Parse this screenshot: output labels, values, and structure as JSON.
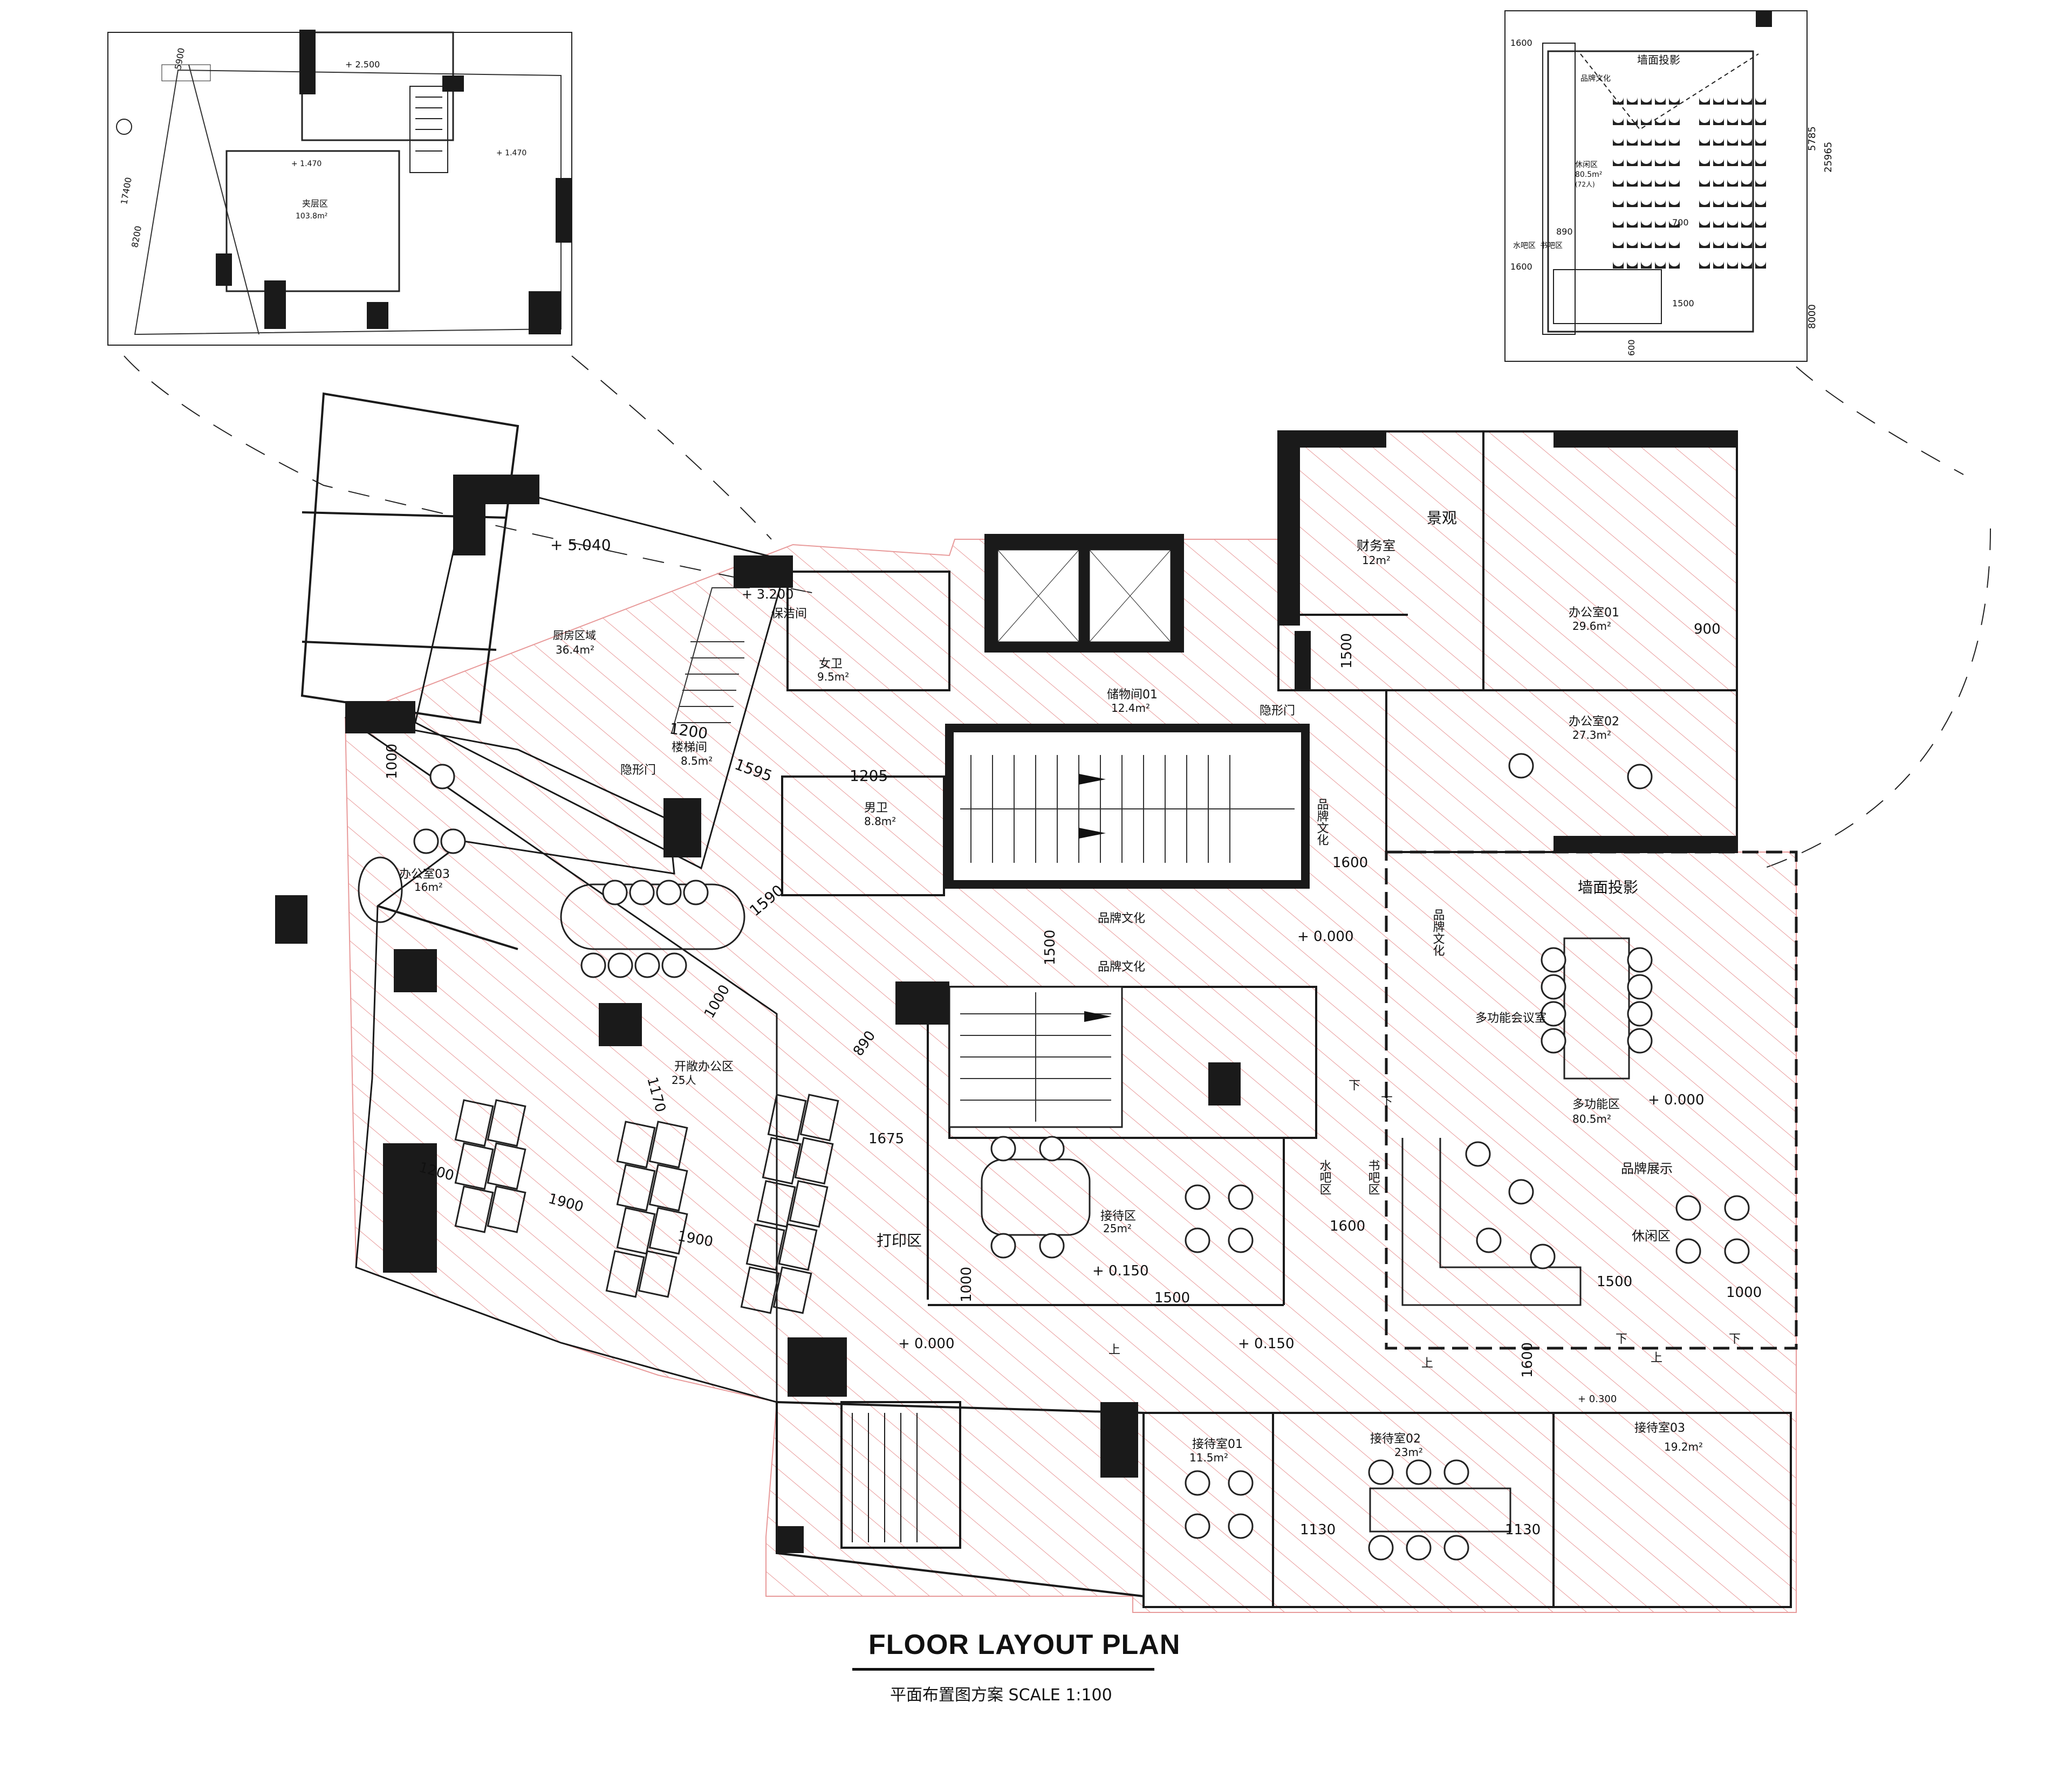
{
  "title": "FLOOR LAYOUT PLAN",
  "subtitle": "平面布置图方案  SCALE 1:100",
  "rooms": [
    {
      "id": "kitchen",
      "name": "厨房区域",
      "area": "36.4m²"
    },
    {
      "id": "cleaning",
      "name": "保洁间",
      "area": ""
    },
    {
      "id": "womens",
      "name": "女卫",
      "area": "9.5m²"
    },
    {
      "id": "mens",
      "name": "男卫",
      "area": "8.8m²"
    },
    {
      "id": "stair",
      "name": "楼梯间",
      "area": "8.5m²"
    },
    {
      "id": "storage",
      "name": "储物间01",
      "area": "12.4m²"
    },
    {
      "id": "finance",
      "name": "财务室",
      "area": "12m²"
    },
    {
      "id": "landscape",
      "name": "景观",
      "area": ""
    },
    {
      "id": "office01",
      "name": "办公室01",
      "area": "29.6m²"
    },
    {
      "id": "office02",
      "name": "办公室02",
      "area": "27.3m²"
    },
    {
      "id": "office03",
      "name": "办公室03",
      "area": "16m²"
    },
    {
      "id": "openoffice",
      "name": "开敞办公区",
      "area": "25人"
    },
    {
      "id": "reception",
      "name": "接待区",
      "area": "25m²"
    },
    {
      "id": "print",
      "name": "打印区",
      "area": ""
    },
    {
      "id": "multi_meeting",
      "name": "多功能会议室",
      "area": ""
    },
    {
      "id": "multi_area",
      "name": "多功能区",
      "area": "80.5m²"
    },
    {
      "id": "brand_show",
      "name": "品牌展示",
      "area": ""
    },
    {
      "id": "leisure",
      "name": "休闲区",
      "area": ""
    },
    {
      "id": "recep01",
      "name": "接待室01",
      "area": "11.5m²"
    },
    {
      "id": "recep02",
      "name": "接待室02",
      "area": "23m²"
    },
    {
      "id": "recep03",
      "name": "接待室03",
      "area": "19.2m²"
    }
  ],
  "labels": {
    "hidden_door": "隐形门",
    "brand_culture": "品牌文化",
    "brand_culture_v": "品牌文化",
    "wall_projection": "墙面投影",
    "water_bar": "水吧区",
    "book_bar": "书吧区",
    "up": "上",
    "down": "下",
    "mezz_name": "夹层区",
    "mezz_area": "103.8m²",
    "inset_leisure": "休闲区",
    "inset_leisure_area": "80.5m²",
    "inset_leisure_people": "(72人)",
    "inset_brand": "品牌文化",
    "inset_projection": "墙面投影",
    "inset_water": "水吧区",
    "inset_book": "书吧区"
  },
  "levels": [
    "+ 5.040",
    "+ 3.200",
    "+ 0.000",
    "+ 0.000",
    "+ 0.150",
    "+ 0.000",
    "+ 0.150",
    "+ 0.000",
    "+ 0.300"
  ],
  "mezz_levels": [
    "+ 2.500",
    "+ 1.470",
    "+ 1.470"
  ],
  "dimensions": {
    "d1200": "1200",
    "d1595": "1595",
    "d1205": "1205",
    "d1590": "1590",
    "d1000a": "1000",
    "d1000b": "1000",
    "d1000c": "1000",
    "d1000d": "1000",
    "d1500a": "1500",
    "d1500b": "1500",
    "d1500c": "1500",
    "d1500d": "1500",
    "d1600a": "1600",
    "d1600b": "1600",
    "d1600c": "1600",
    "d890": "890",
    "d1170": "1170",
    "d1675": "1675",
    "d1900a": "1900",
    "d1900b": "1900",
    "d1200b": "1200",
    "d1130a": "1130",
    "d1130b": "1130",
    "d900": "900",
    "mz5900": "5900",
    "mz17400": "17400",
    "mz8200": "8200",
    "in5785": "5785",
    "in25965": "25965",
    "in8000": "8000",
    "in1500": "1500",
    "in1600a": "1600",
    "in1600b": "1600",
    "in890": "890",
    "in700": "700",
    "in600": "600"
  },
  "colors": {
    "wall": "#1a1a1a",
    "hatch": "#e89a9a",
    "line": "#222222"
  }
}
